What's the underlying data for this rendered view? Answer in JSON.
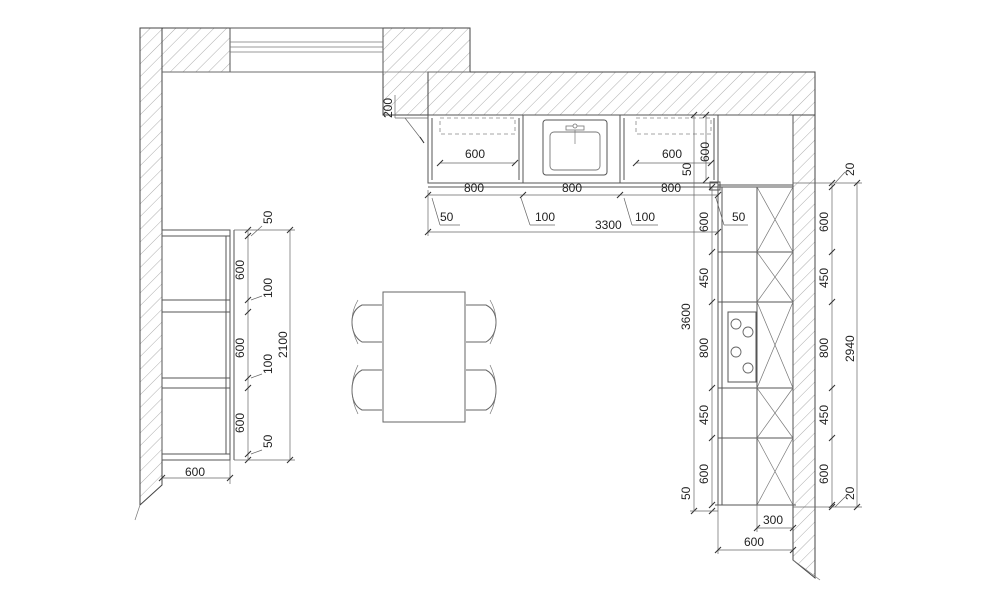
{
  "dimensions": {
    "sink_wall": {
      "upper_depth": "200",
      "upper_widths": [
        "600",
        "600"
      ],
      "upper_depth_right": "600",
      "gap_right": "50",
      "module_widths": [
        "800",
        "800",
        "800"
      ],
      "offsets": [
        "50",
        "100",
        "100",
        "50"
      ],
      "total": "3300"
    },
    "left_wall": {
      "segments": [
        "50",
        "600",
        "100",
        "600",
        "100",
        "600",
        "50"
      ],
      "total": "2100",
      "depth": "600"
    },
    "right_wall": {
      "inner_segments": [
        "600",
        "450",
        "800",
        "450",
        "600"
      ],
      "outer_segments": [
        "20",
        "600",
        "450",
        "800",
        "450",
        "600",
        "20"
      ],
      "inner_total": "3600",
      "outer_total": "2940",
      "bottom_gap": "50",
      "depth_small": "300",
      "depth": "600"
    }
  }
}
